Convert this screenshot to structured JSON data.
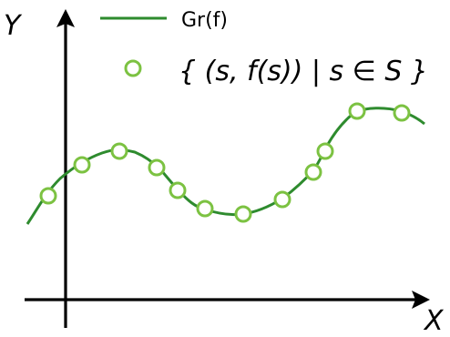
{
  "axes": {
    "x_label": "X",
    "y_label": "Y"
  },
  "legend": {
    "curve_label": "Gr(f)",
    "samples_label": "{ (s, f(s)) | s ∈ S }"
  },
  "colors": {
    "curve": "#2e8b2e",
    "marker": "#7cc242",
    "axis": "#000000"
  }
}
